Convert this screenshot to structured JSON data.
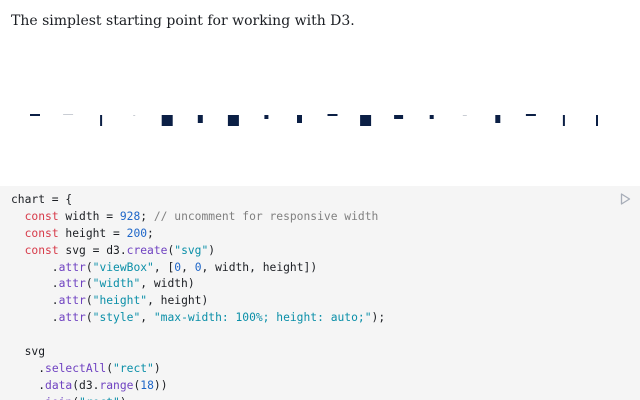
{
  "intro": "The simplest starting point for working with D3.",
  "colors": {
    "mark": "#0b1f45",
    "faint": "#c9cdd4",
    "cell_bg": "#f5f5f5"
  },
  "rects": [
    {
      "kind": "dash"
    },
    {
      "kind": "faint-dash"
    },
    {
      "kind": "tick"
    },
    {
      "kind": "dot"
    },
    {
      "kind": "block"
    },
    {
      "kind": "small"
    },
    {
      "kind": "block"
    },
    {
      "kind": "tiny"
    },
    {
      "kind": "small"
    },
    {
      "kind": "dash"
    },
    {
      "kind": "block"
    },
    {
      "kind": "small-dash"
    },
    {
      "kind": "tiny"
    },
    {
      "kind": "faint-dot"
    },
    {
      "kind": "small"
    },
    {
      "kind": "dash"
    },
    {
      "kind": "tick"
    },
    {
      "kind": "tick"
    }
  ],
  "run_icon": "play-outline-icon",
  "code_lines": [
    [
      [
        "v",
        "chart = {"
      ]
    ],
    [
      [
        "v",
        "  "
      ],
      [
        "k",
        "const "
      ],
      [
        "v",
        "width = "
      ],
      [
        "n",
        "928"
      ],
      [
        "v",
        "; "
      ],
      [
        "c",
        "// uncomment for responsive width"
      ]
    ],
    [
      [
        "v",
        "  "
      ],
      [
        "k",
        "const "
      ],
      [
        "v",
        "height = "
      ],
      [
        "n",
        "200"
      ],
      [
        "v",
        ";"
      ]
    ],
    [
      [
        "v",
        "  "
      ],
      [
        "k",
        "const "
      ],
      [
        "v",
        "svg = d3."
      ],
      [
        "f",
        "create"
      ],
      [
        "v",
        "("
      ],
      [
        "s",
        "\"svg\""
      ],
      [
        "v",
        ")"
      ]
    ],
    [
      [
        "v",
        "      ."
      ],
      [
        "f",
        "attr"
      ],
      [
        "v",
        "("
      ],
      [
        "s",
        "\"viewBox\""
      ],
      [
        "v",
        ", ["
      ],
      [
        "n",
        "0"
      ],
      [
        "v",
        ", "
      ],
      [
        "n",
        "0"
      ],
      [
        "v",
        ", width, height])"
      ]
    ],
    [
      [
        "v",
        "      ."
      ],
      [
        "f",
        "attr"
      ],
      [
        "v",
        "("
      ],
      [
        "s",
        "\"width\""
      ],
      [
        "v",
        ", width)"
      ]
    ],
    [
      [
        "v",
        "      ."
      ],
      [
        "f",
        "attr"
      ],
      [
        "v",
        "("
      ],
      [
        "s",
        "\"height\""
      ],
      [
        "v",
        ", height)"
      ]
    ],
    [
      [
        "v",
        "      ."
      ],
      [
        "f",
        "attr"
      ],
      [
        "v",
        "("
      ],
      [
        "s",
        "\"style\""
      ],
      [
        "v",
        ", "
      ],
      [
        "s",
        "\"max-width: 100%; height: auto;\""
      ],
      [
        "v",
        ");"
      ]
    ],
    [
      [
        "v",
        ""
      ]
    ],
    [
      [
        "v",
        "  svg"
      ]
    ],
    [
      [
        "v",
        "    ."
      ],
      [
        "f",
        "selectAll"
      ],
      [
        "v",
        "("
      ],
      [
        "s",
        "\"rect\""
      ],
      [
        "v",
        ")"
      ]
    ],
    [
      [
        "v",
        "    ."
      ],
      [
        "f",
        "data"
      ],
      [
        "v",
        "(d3."
      ],
      [
        "f",
        "range"
      ],
      [
        "v",
        "("
      ],
      [
        "n",
        "18"
      ],
      [
        "v",
        "))"
      ]
    ],
    [
      [
        "v",
        "    ."
      ],
      [
        "f",
        "join"
      ],
      [
        "v",
        "("
      ],
      [
        "s",
        "\"rect\""
      ],
      [
        "v",
        ")"
      ]
    ]
  ]
}
